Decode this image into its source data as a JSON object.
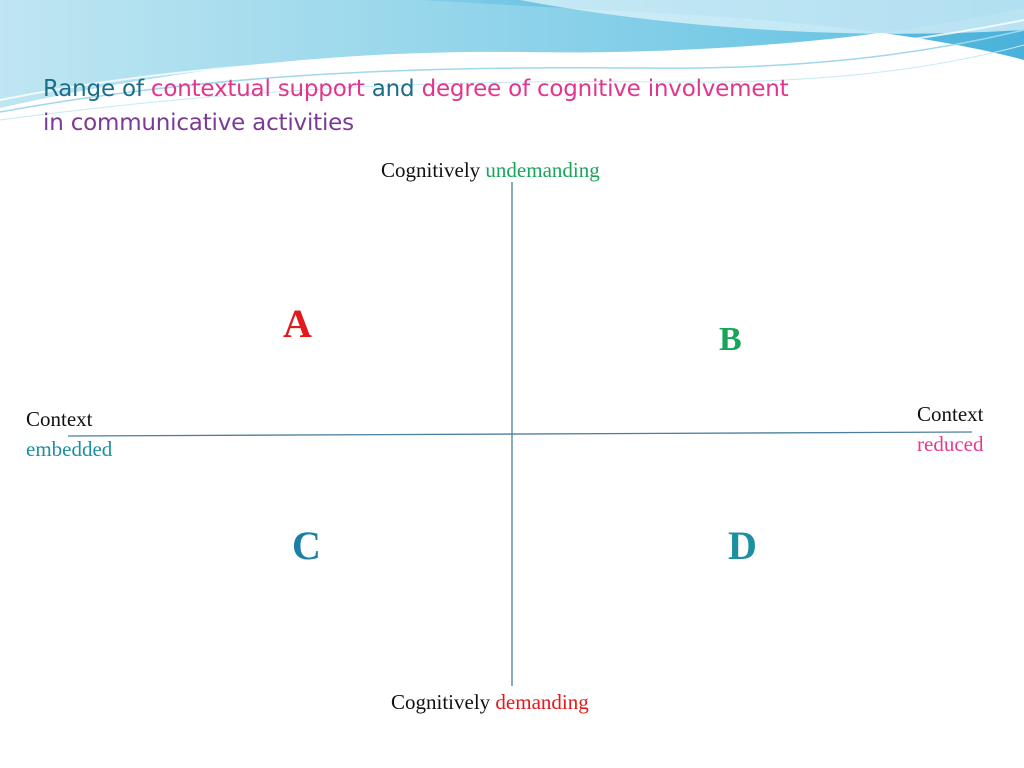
{
  "title": {
    "part1": "Range of ",
    "part2": "contextual support",
    "part3": " and ",
    "part4": "degree of cognitive involvement",
    "line2_part1": "in ",
    "line2_part2": "communicative activities"
  },
  "axes": {
    "top": {
      "word1": "Cognitively ",
      "word2": "undemanding"
    },
    "bottom": {
      "word1": "Cognitively ",
      "word2": "demanding"
    },
    "left": {
      "line1": "Context",
      "line2": "embedded"
    },
    "right": {
      "line1": "Context",
      "line2": "reduced"
    }
  },
  "quadrants": {
    "a": "A",
    "b": "B",
    "c": "C",
    "d": "D"
  },
  "colors": {
    "title": "#1b6e87",
    "highlight_pink": "#e2358e",
    "purple": "#7b3a94",
    "green": "#1aa45a",
    "red": "#e3191b",
    "teal": "#1c8fa0",
    "axis_line": "#4a7fa0"
  }
}
